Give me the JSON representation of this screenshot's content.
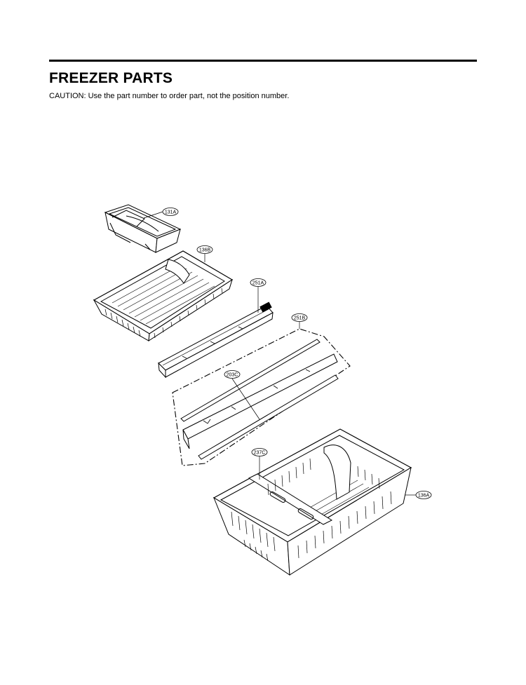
{
  "page": {
    "title": "FREEZER PARTS",
    "caution": "CAUTION: Use the part number to order part, not the position number."
  },
  "callouts": {
    "c131A": "131A",
    "c136B": "136B",
    "c251A": "251A",
    "c251B": "251B",
    "c203C": "203C",
    "c237C": "237C",
    "c136A": "136A"
  }
}
